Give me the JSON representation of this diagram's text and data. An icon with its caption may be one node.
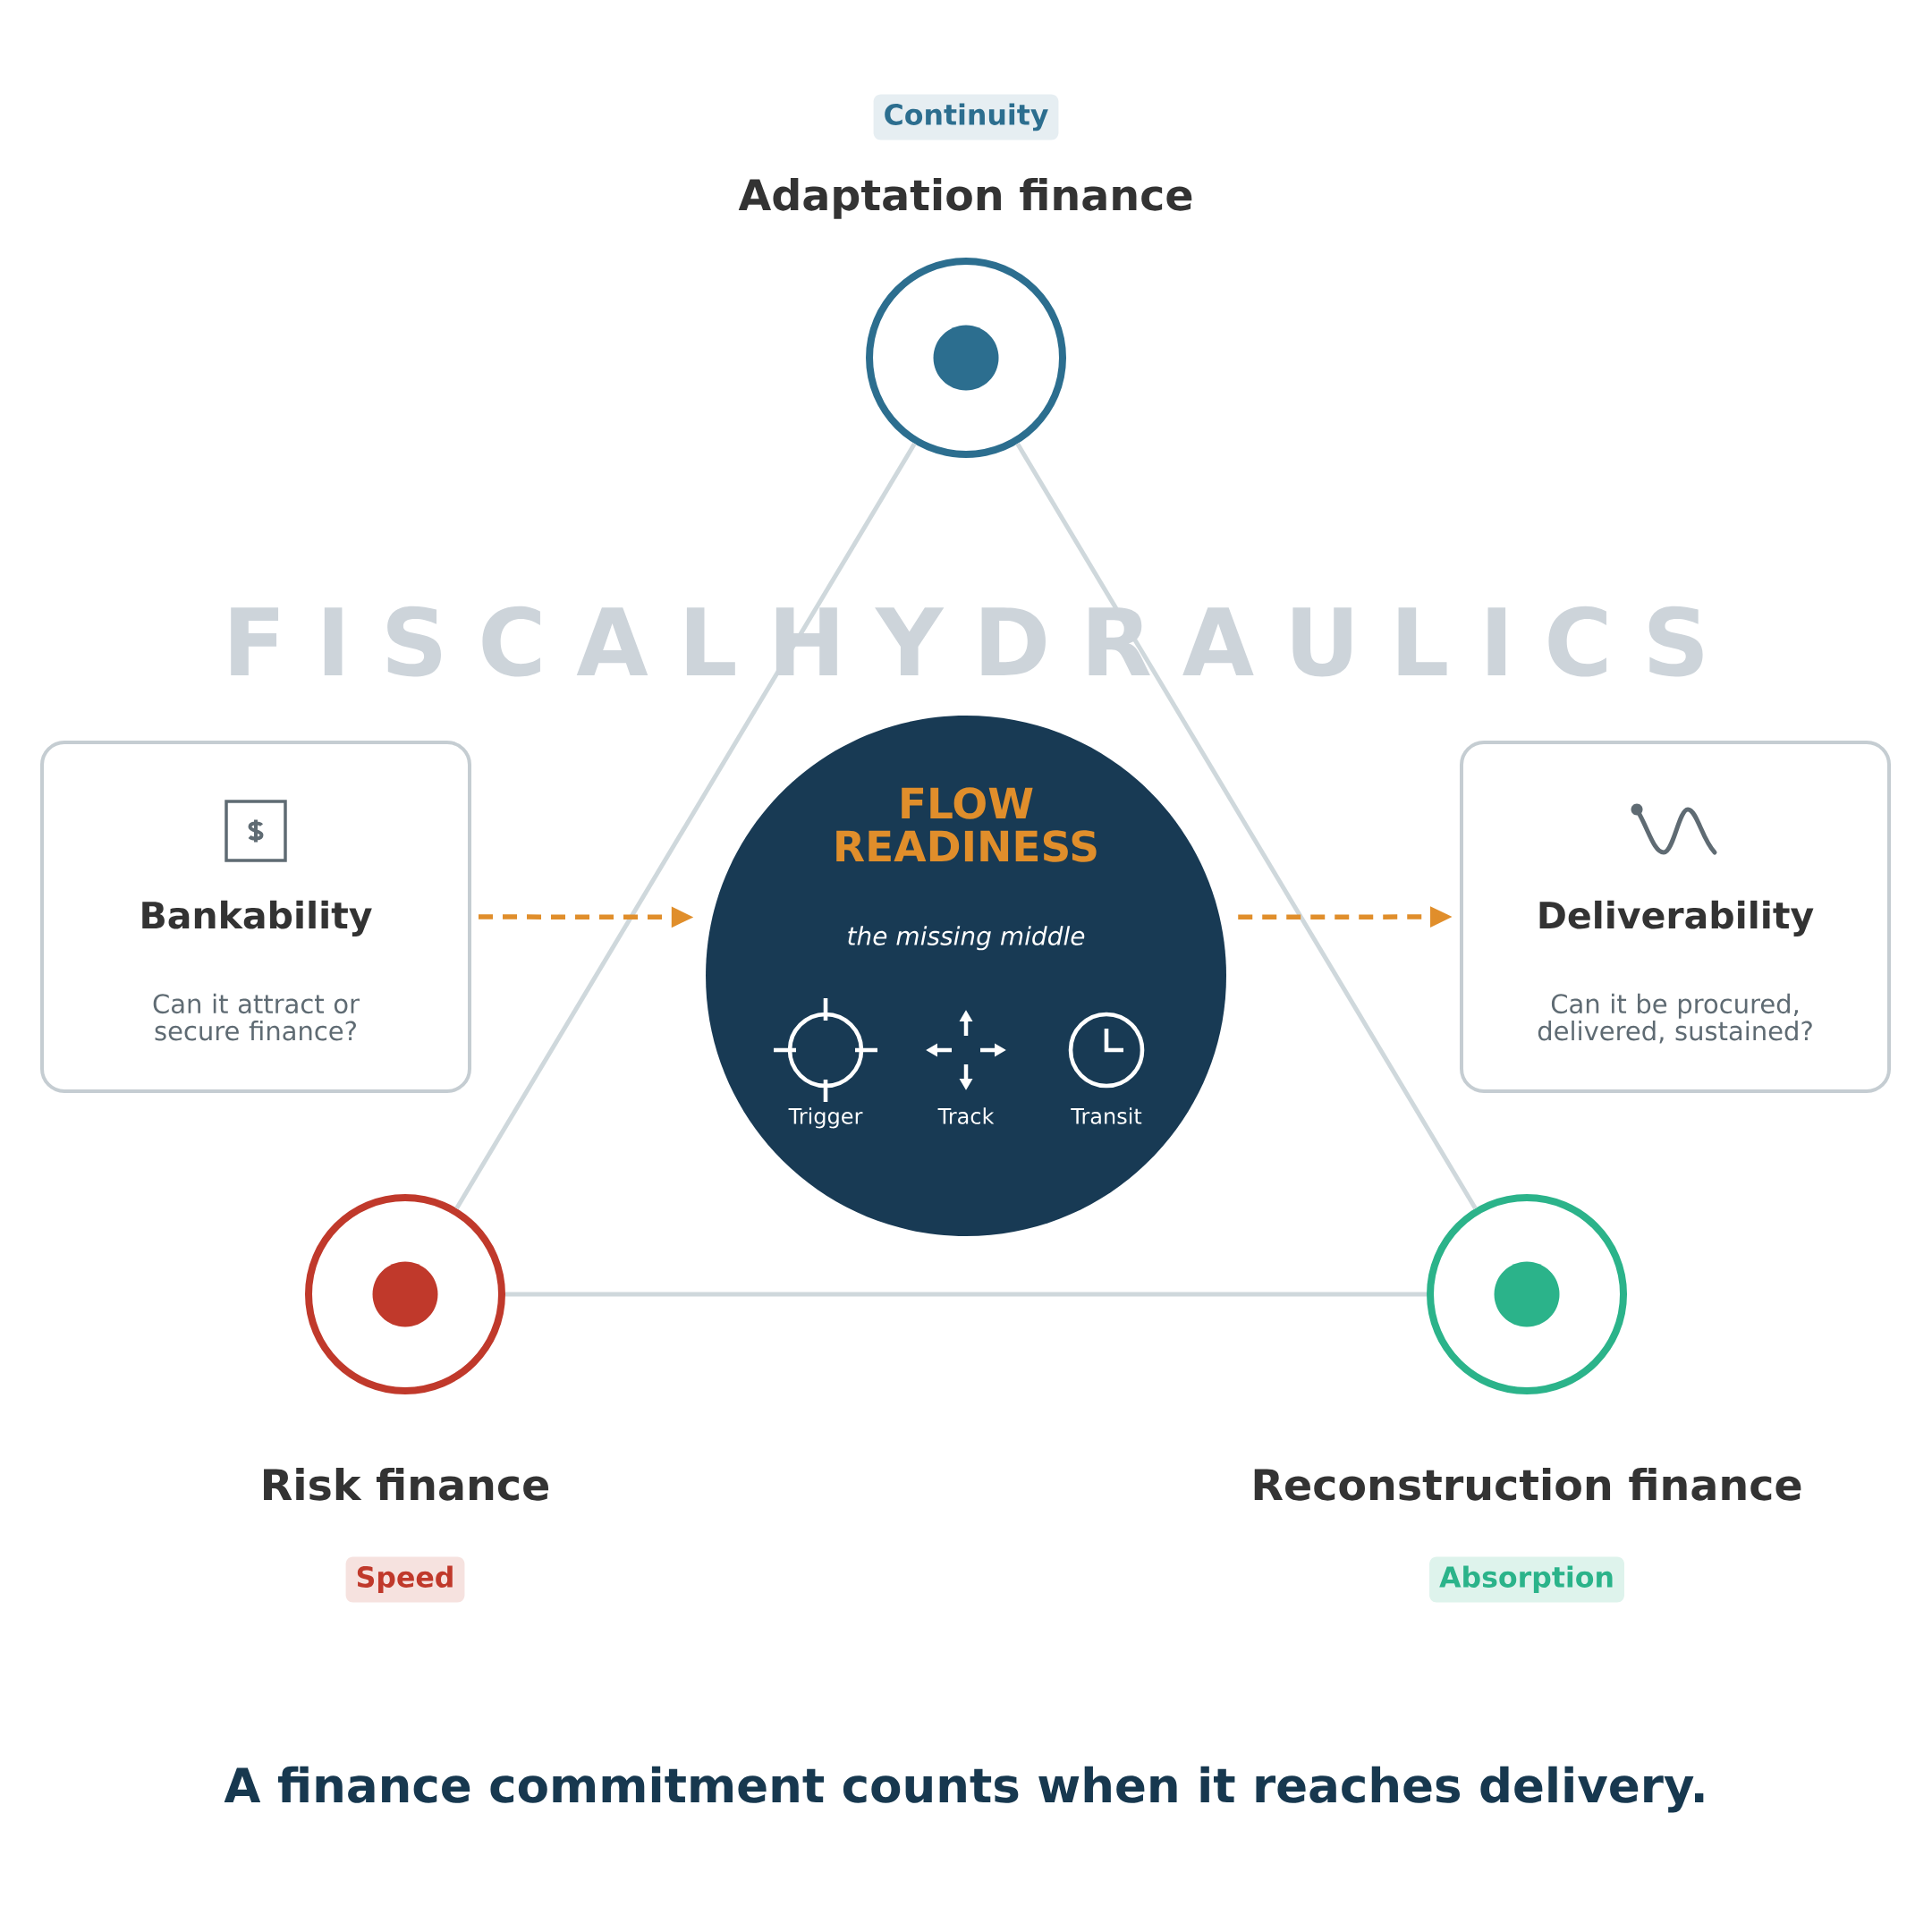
{
  "diagram": {
    "caption": "A finance commitment counts when it reaches delivery.",
    "nodes": [
      {
        "text": [
          "Continuity"
        ]
      },
      {
        "text": [
          "Adaptation finance"
        ]
      },
      {
        "text": [
          "Bankability",
          "Can it attract or secure finance?"
        ]
      },
      {
        "text": [
          "FLOW READINESS",
          "the missing middle",
          "Trigger",
          "Track",
          "Transit"
        ]
      },
      {
        "text": [
          "Deliverability",
          "Can it be procured, delivered, sustained?"
        ]
      },
      {
        "text": [
          "Risk finance"
        ]
      },
      {
        "text": [
          "Reconstruction finance"
        ]
      },
      {
        "text": [
          "Speed"
        ]
      },
      {
        "text": [
          "Absorption"
        ]
      }
    ],
    "edges": [
      {
        "from": 1,
        "to": 5,
        "arrow": "none"
      },
      {
        "from": 1,
        "to": 6,
        "arrow": "none"
      },
      {
        "from": 5,
        "to": 6,
        "arrow": "none"
      },
      {
        "from": 2,
        "to": 3,
        "arrow": "to",
        "style": "dashed",
        "color": "#e08e2b"
      },
      {
        "from": 3,
        "to": 4,
        "arrow": "to",
        "style": "dashed",
        "color": "#e08e2b"
      }
    ],
    "labels": [
      "F I S C A L H Y D R A U L I C S"
    ]
  }
}
